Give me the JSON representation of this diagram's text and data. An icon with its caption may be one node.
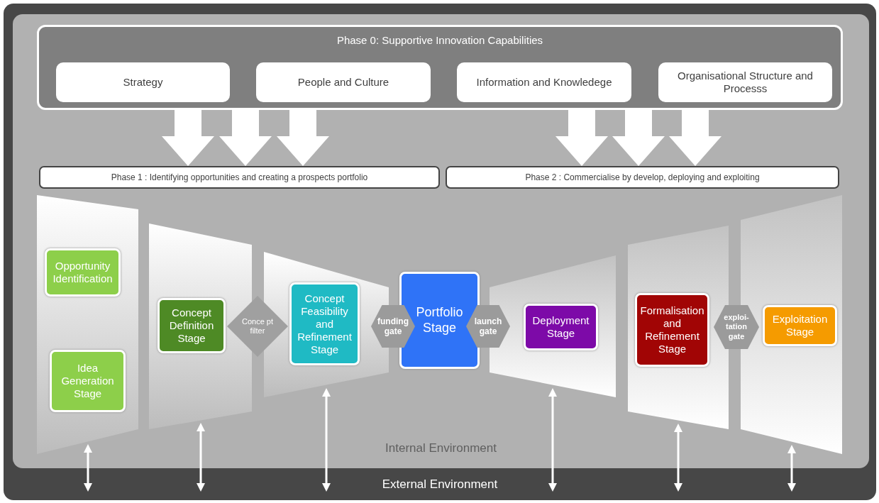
{
  "diagram": {
    "nodes": [
      {
        "text": [
          "External Environment"
        ]
      },
      {
        "text": [
          "Internal Environment"
        ],
        "in": 0
      },
      {
        "text": [
          "Phase 0: Supportive Innovation Capabilities"
        ],
        "in": 1
      },
      {
        "text": [
          "Strategy"
        ],
        "in": 2
      },
      {
        "text": [
          "People and Culture"
        ],
        "in": 2
      },
      {
        "text": [
          "Information and Knowledege"
        ],
        "in": 2
      },
      {
        "text": [
          "Organisational Structure and Processs"
        ],
        "in": 2
      },
      {
        "text": [
          "Phase 1 : Identifying opportunities and creating a prospects portfolio"
        ],
        "in": 1
      },
      {
        "text": [
          "Phase 2 : Commercialise by develop, deploying and exploiting"
        ],
        "in": 1
      },
      {
        "text": [],
        "shape": "trapezoid",
        "in": 1
      },
      {
        "text": [
          "Opportunity Identification"
        ],
        "in": 9
      },
      {
        "text": [
          "Idea Generation Stage"
        ],
        "in": 9
      },
      {
        "text": [],
        "shape": "trapezoid",
        "in": 1
      },
      {
        "text": [
          "Concept Definition Stage"
        ],
        "in": 12
      },
      {
        "text": [
          "Conce pt filter"
        ],
        "in": 1
      },
      {
        "text": [],
        "shape": "trapezoid",
        "in": 1
      },
      {
        "text": [
          "Concept Feasibility and Refinement Stage"
        ],
        "in": 15
      },
      {
        "text": [
          "funding gate"
        ],
        "in": 1
      },
      {
        "text": [
          "Portfolio Stage"
        ],
        "in": 1
      },
      {
        "text": [
          "launch gate"
        ],
        "in": 1
      },
      {
        "text": [],
        "shape": "trapezoid",
        "in": 1
      },
      {
        "text": [
          "Deployment Stage"
        ],
        "in": 20
      },
      {
        "text": [],
        "shape": "trapezoid",
        "in": 1
      },
      {
        "text": [
          "Formalisation and Refinement Stage"
        ],
        "in": 22
      },
      {
        "text": [
          "exploi- tation gate"
        ],
        "in": 1
      },
      {
        "text": [],
        "shape": "trapezoid",
        "in": 1
      },
      {
        "text": [
          "Exploitation Stage"
        ],
        "in": 25
      }
    ],
    "edges": [
      {
        "from": 2,
        "to": 7,
        "arrow": "to",
        "style": "thick"
      },
      {
        "from": 2,
        "to": 7,
        "arrow": "to",
        "style": "thick"
      },
      {
        "from": 2,
        "to": 7,
        "arrow": "to",
        "style": "thick"
      },
      {
        "from": 2,
        "to": 8,
        "arrow": "to",
        "style": "thick"
      },
      {
        "from": 2,
        "to": 8,
        "arrow": "to",
        "style": "thick"
      },
      {
        "from": 2,
        "to": 8,
        "arrow": "to",
        "style": "thick"
      },
      {
        "from": 9,
        "to": 0,
        "arrow": "both"
      },
      {
        "from": 12,
        "to": 0,
        "arrow": "both"
      },
      {
        "from": 15,
        "to": 0,
        "arrow": "both"
      },
      {
        "from": 20,
        "to": 0,
        "arrow": "both"
      },
      {
        "from": 22,
        "to": 0,
        "arrow": "both"
      },
      {
        "from": 25,
        "to": 0,
        "arrow": "both"
      }
    ]
  }
}
